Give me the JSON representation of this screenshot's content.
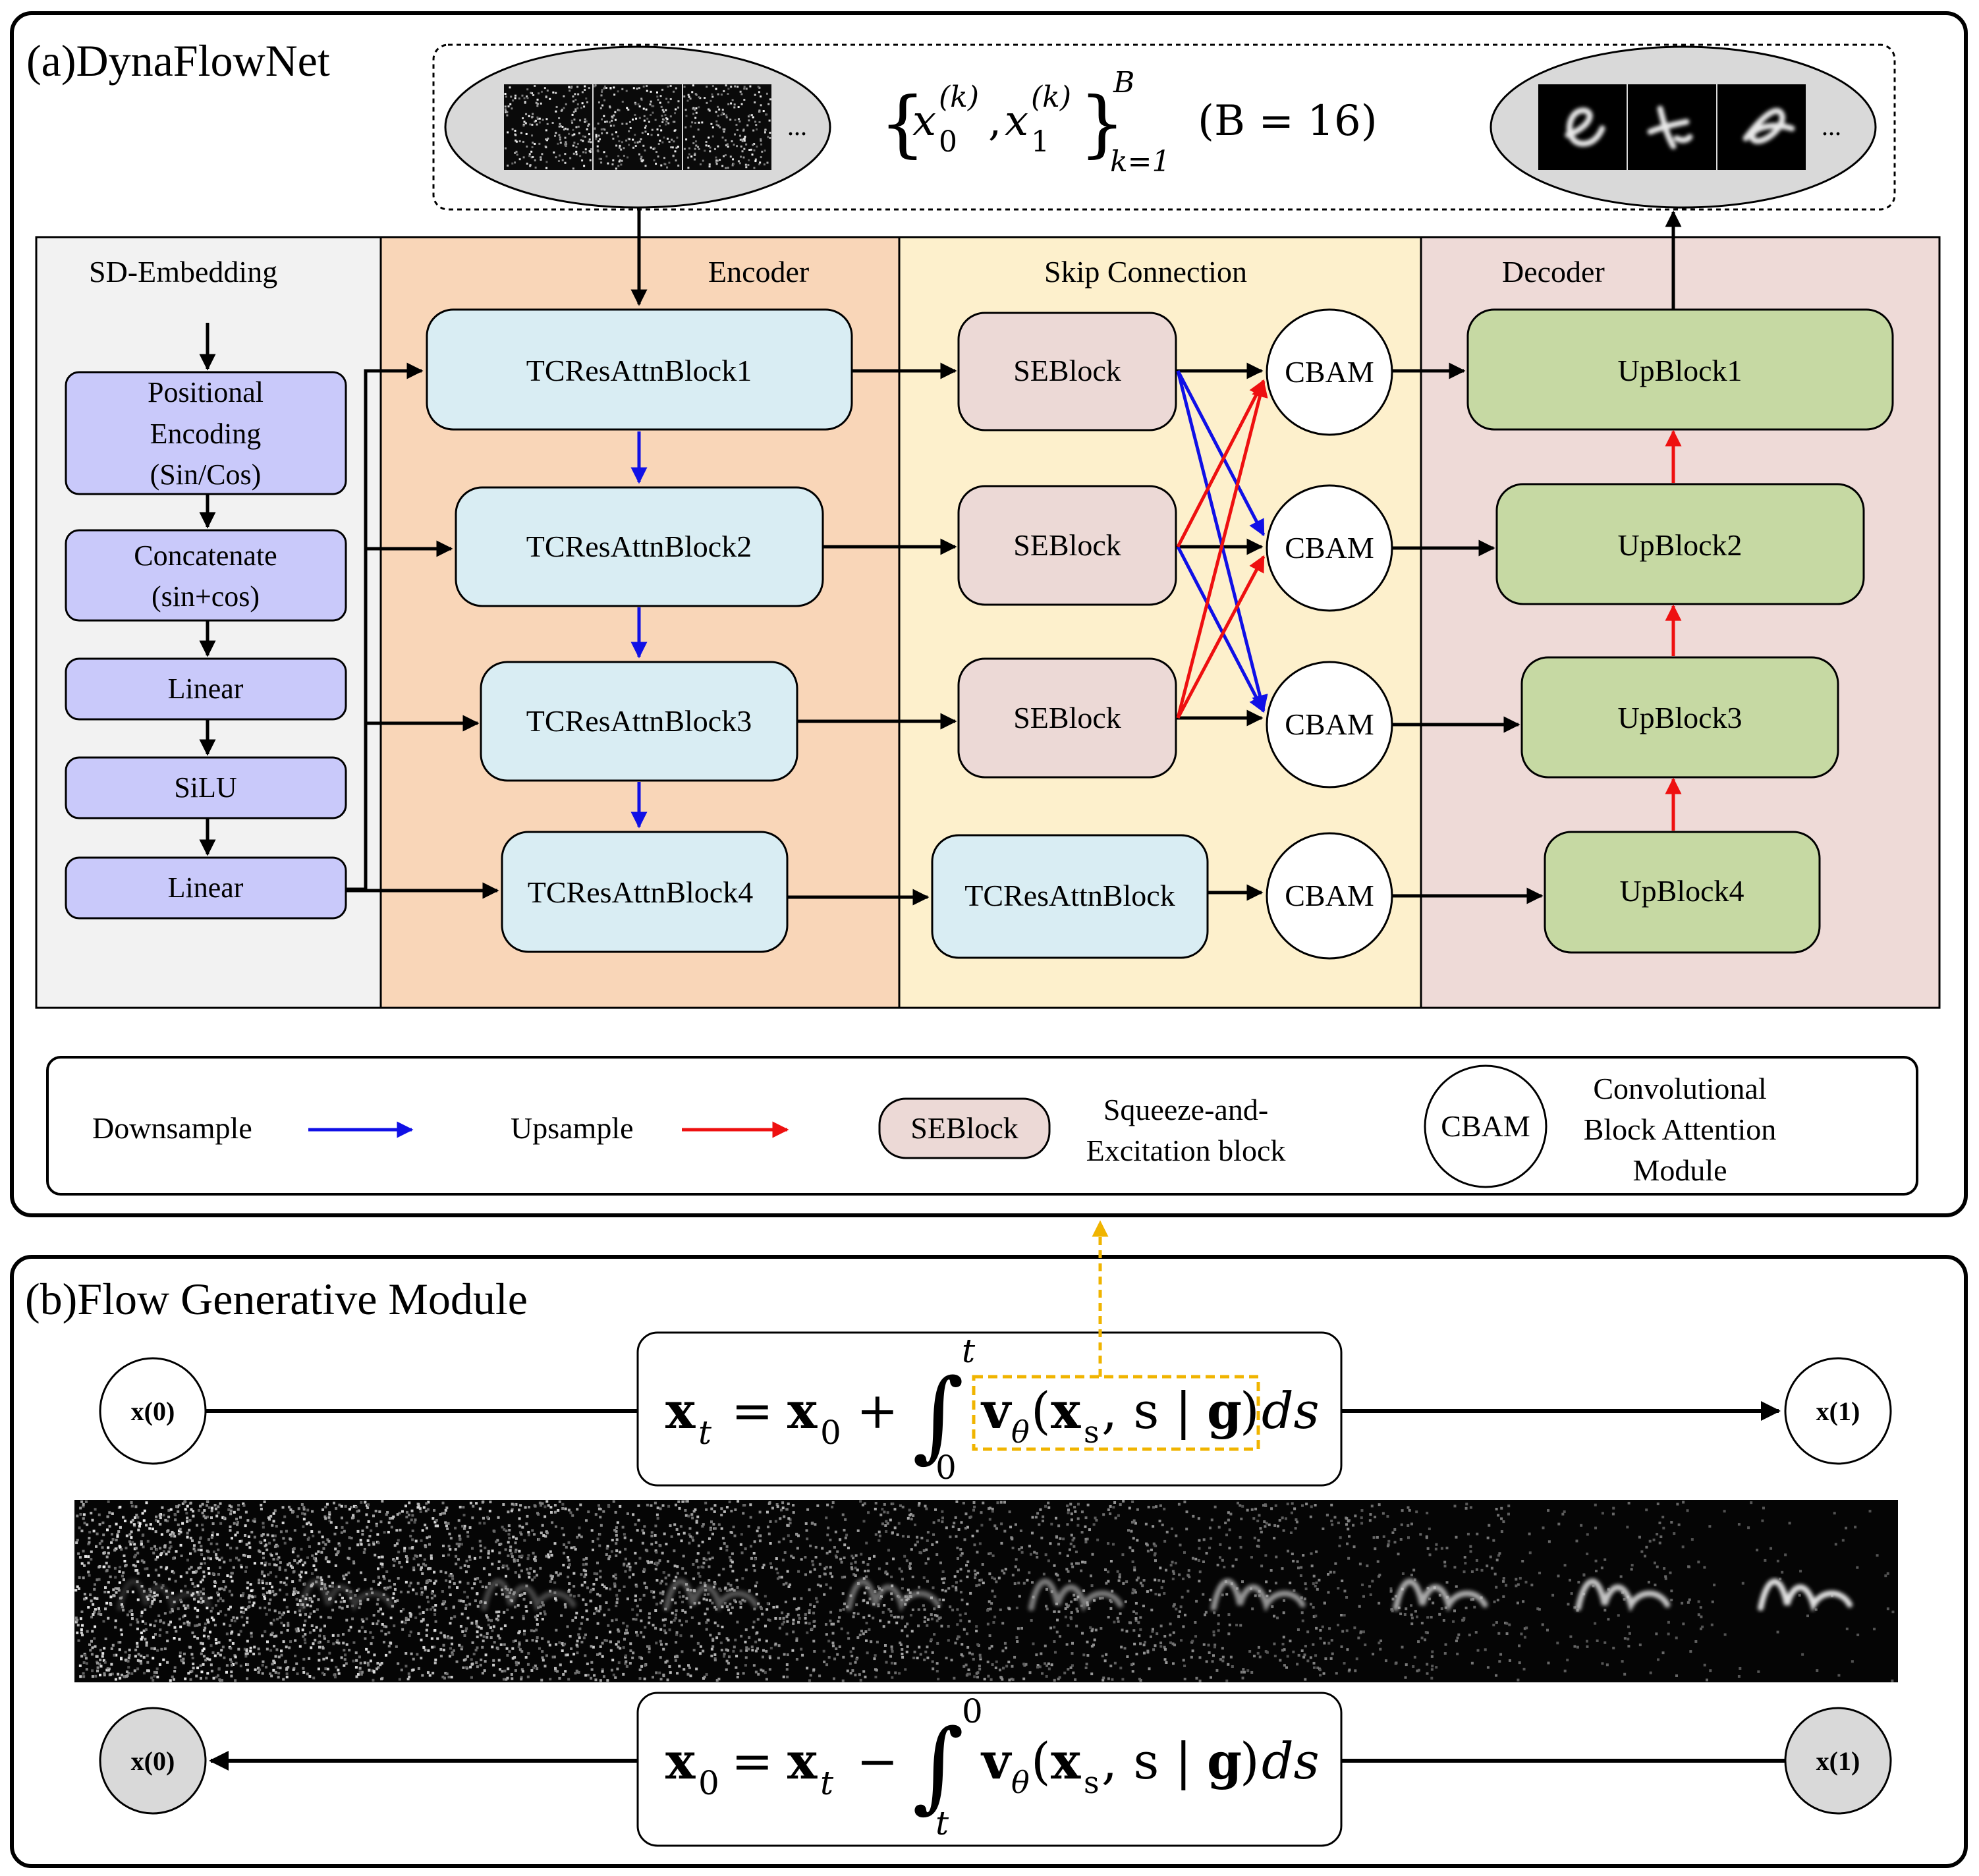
{
  "panel_a": {
    "title": "(a)DynaFlowNet",
    "batch_formula": {
      "brace_open": "{",
      "x0": "x",
      "x0_sub": "0",
      "x0_sup": "(k)",
      "comma": ",",
      "x1": "x",
      "x1_sub": "1",
      "x1_sup": "(k)",
      "brace_close": "}",
      "upper": "B",
      "lower": "k=1",
      "batch_size": "(B = 16)"
    },
    "input_ellipsis": "...",
    "output_ellipsis": "...",
    "sections": {
      "embedding": "SD-Embedding",
      "encoder": "Encoder",
      "skip": "Skip Connection",
      "decoder": "Decoder"
    },
    "embedding_blocks": [
      [
        "Positional",
        "Encoding",
        "(Sin/Cos)"
      ],
      [
        "Concatenate",
        "(sin+cos)"
      ],
      [
        "Linear"
      ],
      [
        "SiLU"
      ],
      [
        "Linear"
      ]
    ],
    "encoder_blocks": [
      "TCResAttnBlock1",
      "TCResAttnBlock2",
      "TCResAttnBlock3",
      "TCResAttnBlock4"
    ],
    "skip_blocks": [
      "SEBlock",
      "SEBlock",
      "SEBlock",
      "TCResAttnBlock"
    ],
    "cbam_blocks": [
      "CBAM",
      "CBAM",
      "CBAM",
      "CBAM"
    ],
    "decoder_blocks": [
      "UpBlock1",
      "UpBlock2",
      "UpBlock3",
      "UpBlock4"
    ],
    "legend": {
      "downsample": "Downsample",
      "upsample": "Upsample",
      "seblock": "SEBlock",
      "seblock_desc": [
        "Squeeze-and-",
        "Excitation block"
      ],
      "cbam": "CBAM",
      "cbam_desc": [
        "Convolutional",
        "Block Attention",
        "Module"
      ]
    }
  },
  "panel_b": {
    "title": "(b)Flow Generative Module",
    "forward": {
      "start_node": "x(0)",
      "end_node": "x(1)",
      "lhs": "x",
      "lhs_sub": "t",
      "eq": "=",
      "x0": "x",
      "x0_sub": "0",
      "op": "+",
      "int_upper": "t",
      "int_lower": "0",
      "v": "v",
      "v_sub": "θ",
      "args_open": "(",
      "xs": "x",
      "xs_sub": "s",
      "rest": ", s | ",
      "g": "g",
      "args_close": ")",
      "ds": "ds"
    },
    "reverse": {
      "start_node": "x(0)",
      "end_node": "x(1)",
      "lhs": "x",
      "lhs_sub": "0",
      "eq": "=",
      "xt": "x",
      "xt_sub": "t",
      "op": "−",
      "int_upper": "0",
      "int_lower": "t",
      "v": "v",
      "v_sub": "θ",
      "args_open": "(",
      "xs": "x",
      "xs_sub": "s",
      "rest": ", s | ",
      "g": "g",
      "args_close": ")",
      "ds": "ds"
    },
    "noise_levels": [
      0.95,
      0.85,
      0.75,
      0.65,
      0.55,
      0.45,
      0.35,
      0.25,
      0.15,
      0.05
    ]
  },
  "colors": {
    "embedding_bg": "#f2f2f2",
    "encoder_bg": "#f9d6b8",
    "skip_bg": "#fdf0cc",
    "decoder_bg": "#eedad7",
    "embed_block": "#c9c9fa",
    "encoder_block": "#d9edf3",
    "seblock": "#ecd9d6",
    "decoder_block": "#c6d9a3",
    "down_arrow": "#1010e6",
    "up_arrow": "#ee1010",
    "highlight": "#f0b400"
  }
}
